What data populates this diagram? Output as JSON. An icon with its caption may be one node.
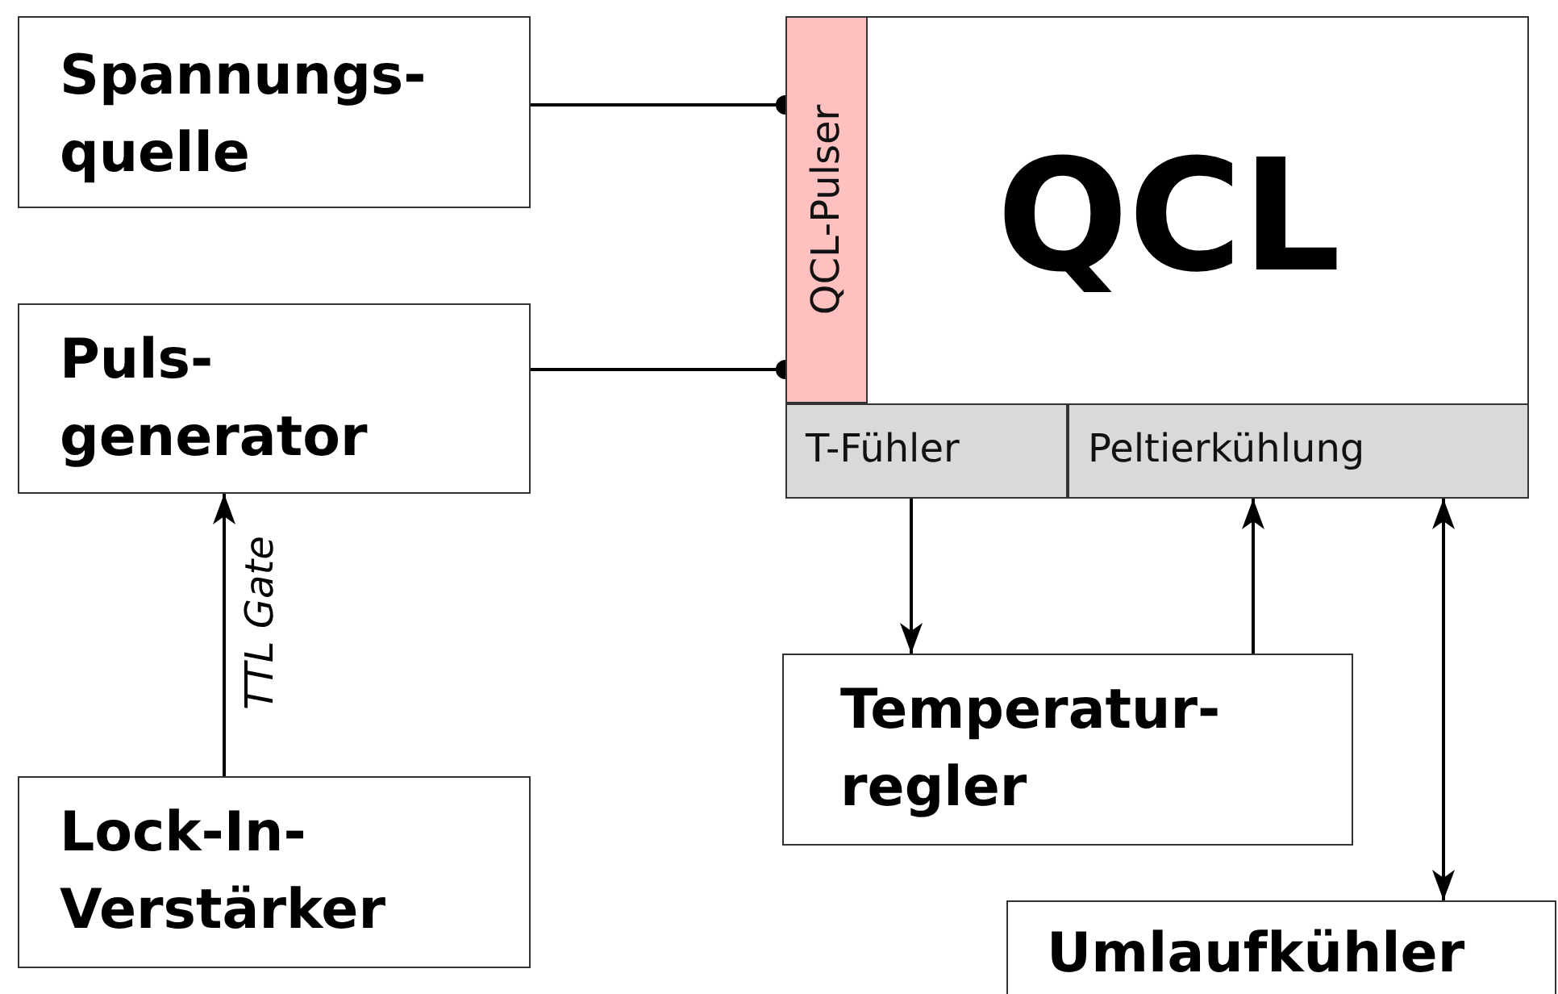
{
  "diagram": {
    "nodes": [
      {
        "text": [
          "Spannungs- quelle"
        ]
      },
      {
        "text": [
          "Puls- generator"
        ]
      },
      {
        "text": [
          "Lock-In- Verstärker"
        ]
      },
      {
        "text": [
          "QCL"
        ]
      },
      {
        "text": [
          "QCL-Pulser"
        ],
        "in": 3
      },
      {
        "text": [
          "T-Fühler"
        ],
        "in": 3
      },
      {
        "text": [
          "Peltierkühlung"
        ],
        "in": 3
      },
      {
        "text": [
          "Temperatur- regler"
        ]
      },
      {
        "text": [
          "Umlaufkühler"
        ]
      }
    ],
    "edges": [
      {
        "from": 0,
        "to": 4,
        "arrow": "other"
      },
      {
        "from": 1,
        "to": 4,
        "arrow": "other"
      },
      {
        "from": 2,
        "to": 1,
        "arrow": "to",
        "label": "TTL Gate"
      },
      {
        "from": 5,
        "to": 7,
        "arrow": "to"
      },
      {
        "from": 7,
        "to": 6,
        "arrow": "to"
      },
      {
        "from": 6,
        "to": 8,
        "arrow": "both"
      }
    ]
  }
}
